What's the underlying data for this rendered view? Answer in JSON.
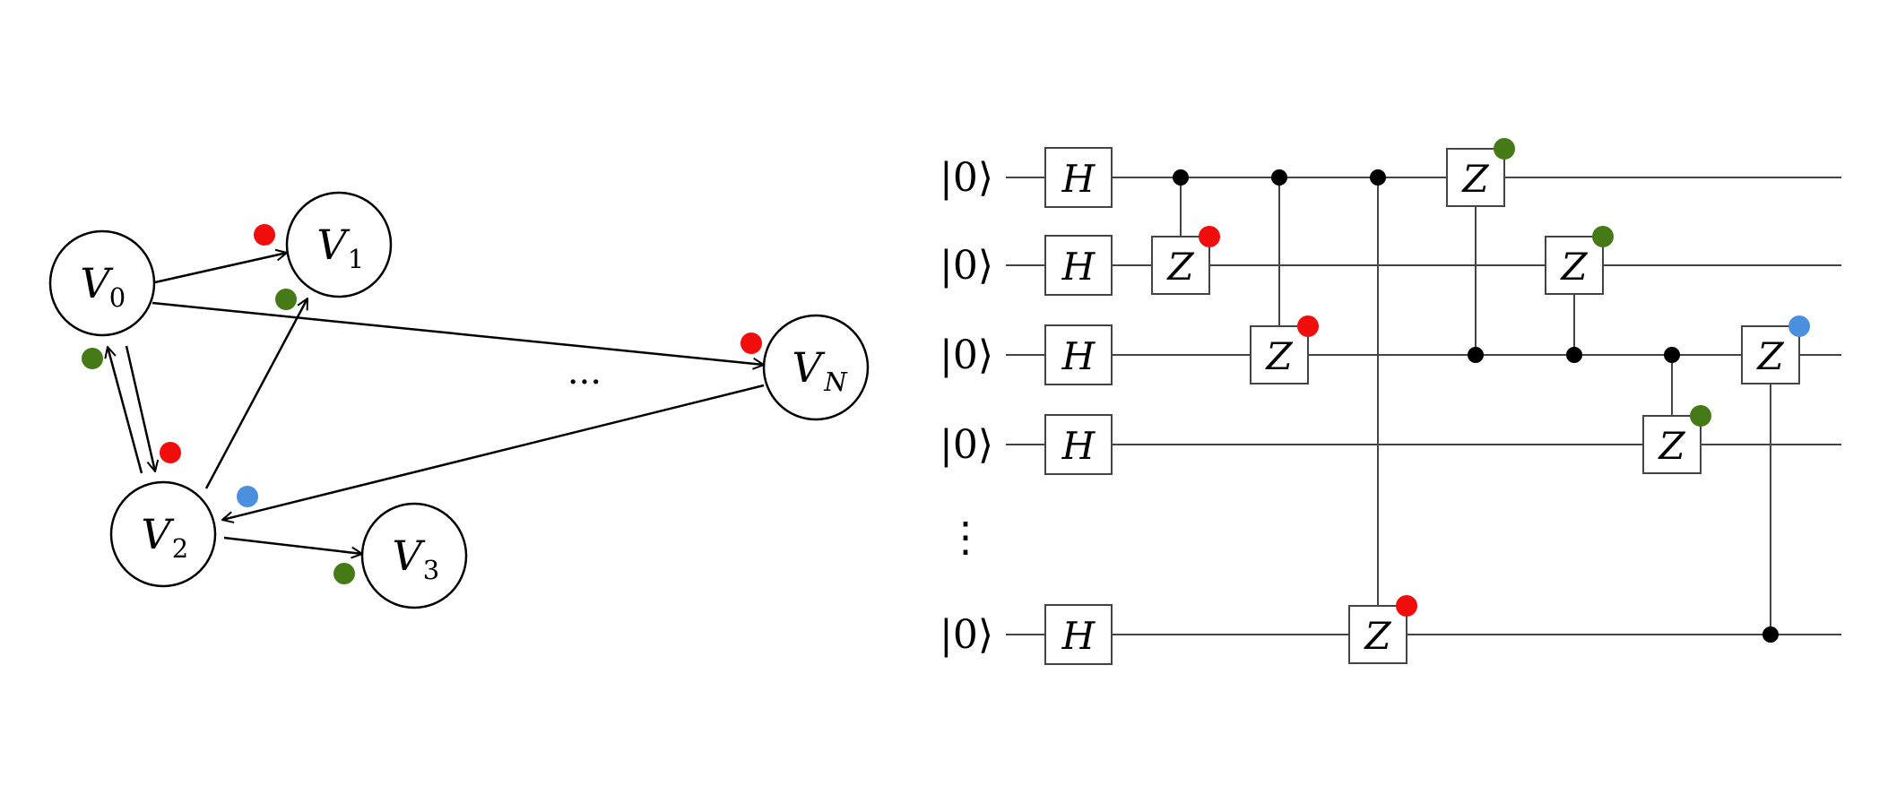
{
  "graph": {
    "nodes": [
      {
        "id": "v0",
        "label": "V",
        "sub": "0"
      },
      {
        "id": "v1",
        "label": "V",
        "sub": "1"
      },
      {
        "id": "v2",
        "label": "V",
        "sub": "2"
      },
      {
        "id": "v3",
        "label": "V",
        "sub": "3"
      },
      {
        "id": "vn",
        "label": "V",
        "sub": "N"
      }
    ],
    "ellipsis": "···",
    "edges": [
      {
        "from": "v0",
        "to": "v1",
        "marker": "red"
      },
      {
        "from": "v0",
        "to": "vn",
        "marker": "red"
      },
      {
        "from": "v0",
        "to": "v2",
        "marker": "red"
      },
      {
        "from": "v2",
        "to": "v0",
        "marker": "green"
      },
      {
        "from": "v2",
        "to": "v1",
        "marker": "green"
      },
      {
        "from": "vn",
        "to": "v2",
        "marker": "blue"
      },
      {
        "from": "v2",
        "to": "v3",
        "marker": "green"
      }
    ]
  },
  "circuit": {
    "qubit_labels": [
      "|0⟩",
      "|0⟩",
      "|0⟩",
      "|0⟩",
      "|0⟩"
    ],
    "vertical_ellipsis": "⋮",
    "h_label": "H",
    "z_label": "Z",
    "cz_gates": [
      {
        "control": 0,
        "target": 1,
        "marker": "red"
      },
      {
        "control": 0,
        "target": 2,
        "marker": "red"
      },
      {
        "control": 0,
        "target": 4,
        "marker": "red"
      },
      {
        "control": 2,
        "target": 0,
        "marker": "green"
      },
      {
        "control": 2,
        "target": 1,
        "marker": "green"
      },
      {
        "control": 2,
        "target": 3,
        "marker": "green"
      },
      {
        "control": 4,
        "target": 2,
        "marker": "blue"
      }
    ]
  },
  "colors": {
    "red": "#f20d0d",
    "green": "#467a16",
    "blue": "#4b8fdf",
    "ink": "#000000",
    "wire": "#444444"
  }
}
